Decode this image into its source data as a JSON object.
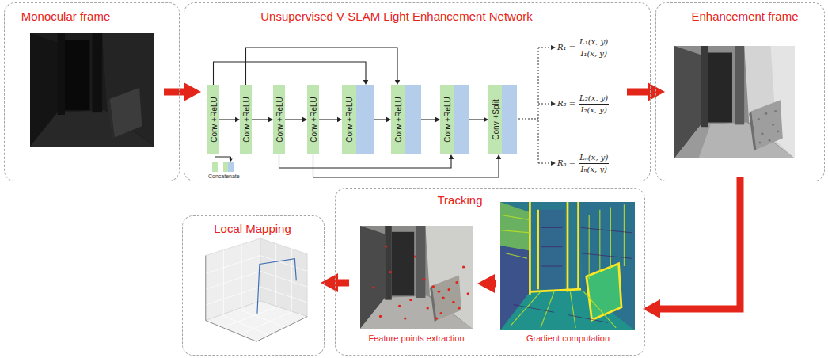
{
  "diagram": {
    "nodes": [
      {
        "text": [
          "Monocular frame"
        ]
      },
      {
        "text": [
          "Unsupervised V-SLAM Light Enhancement Network"
        ]
      },
      {
        "text": [
          "Conv +ReLU"
        ],
        "in": 1
      },
      {
        "text": [
          "Conv +ReLU"
        ],
        "in": 1
      },
      {
        "text": [
          "Conv +ReLU"
        ],
        "in": 1
      },
      {
        "text": [
          "Conv +ReLU"
        ],
        "in": 1
      },
      {
        "text": [
          "Conv +ReLU"
        ],
        "in": 1
      },
      {
        "text": [
          "Conv +ReLU"
        ],
        "in": 1
      },
      {
        "text": [
          "Conv +ReLU"
        ],
        "in": 1
      },
      {
        "text": [
          "Conv +Split"
        ],
        "in": 1
      },
      {
        "text": [
          "Enhancement frame"
        ]
      },
      {
        "text": [
          "Local Mapping"
        ]
      },
      {
        "text": [
          "Tracking"
        ]
      },
      {
        "text": [
          "Feature points extraction"
        ],
        "in": 12
      },
      {
        "text": [
          "Gradient computation"
        ],
        "in": 12
      }
    ],
    "edges": [
      {
        "from": 0,
        "to": 1,
        "arrow": "to"
      },
      {
        "from": 1,
        "to": 10,
        "arrow": "to"
      },
      {
        "from": 2,
        "to": 3,
        "arrow": "to"
      },
      {
        "from": 3,
        "to": 4,
        "arrow": "to"
      },
      {
        "from": 4,
        "to": 5,
        "arrow": "to"
      },
      {
        "from": 5,
        "to": 6,
        "arrow": "to"
      },
      {
        "from": 6,
        "to": 7,
        "arrow": "to"
      },
      {
        "from": 7,
        "to": 8,
        "arrow": "to"
      },
      {
        "from": 8,
        "to": 9,
        "arrow": "to"
      },
      {
        "from": 2,
        "to": 6,
        "arrow": "to"
      },
      {
        "from": 3,
        "to": 7,
        "arrow": "to"
      },
      {
        "from": 4,
        "to": 8,
        "arrow": "to"
      },
      {
        "from": 5,
        "to": 9,
        "arrow": "to"
      },
      {
        "from": 10,
        "to": 12,
        "arrow": "to"
      },
      {
        "from": 12,
        "to": 11,
        "arrow": "to"
      },
      {
        "from": 14,
        "to": 13,
        "arrow": "to"
      }
    ],
    "labels": [
      "R₁ =",
      "L₁(x, y)",
      "I₁(x, y)",
      "R₂ =",
      "L₂(x, y)",
      "I₂(x, y)",
      "Rₙ =",
      "Lₙ(x, y)",
      "Iₙ(x, y)"
    ],
    "legend": [
      {
        "text": "Concatenate"
      }
    ]
  }
}
